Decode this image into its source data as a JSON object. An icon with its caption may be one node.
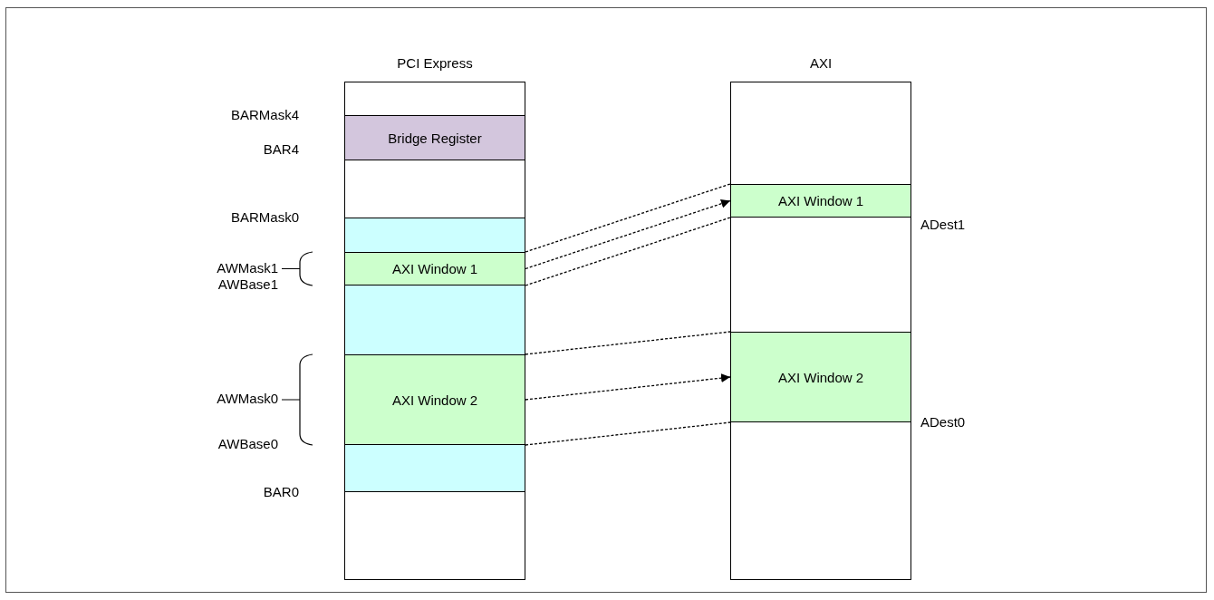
{
  "diagram": {
    "nodes": [
      {
        "text": [
          "PCI Express"
        ]
      },
      {
        "text": [
          "Bridge Register"
        ],
        "in": 0
      },
      {
        "text": [],
        "shape": "box",
        "in": 0
      },
      {
        "text": [
          "AXI Window 1"
        ],
        "in": 2
      },
      {
        "text": [
          "AXI Window 2"
        ],
        "in": 2
      },
      {
        "text": [
          "AXI"
        ]
      },
      {
        "text": [
          "AXI Window 1"
        ],
        "in": 5
      },
      {
        "text": [
          "AXI Window 2"
        ],
        "in": 5
      }
    ],
    "edges": [
      {
        "from": 3,
        "to": 6,
        "arrow": "none",
        "style": "dashed"
      },
      {
        "from": 3,
        "to": 6,
        "arrow": "to",
        "style": "dashed"
      },
      {
        "from": 3,
        "to": 6,
        "arrow": "none",
        "style": "dashed"
      },
      {
        "from": 4,
        "to": 7,
        "arrow": "none",
        "style": "dashed"
      },
      {
        "from": 4,
        "to": 7,
        "arrow": "to",
        "style": "dashed"
      },
      {
        "from": 4,
        "to": 7,
        "arrow": "none",
        "style": "dashed"
      }
    ],
    "labels": [
      "BARMask4",
      "BAR4",
      "BARMask0",
      "ADest1",
      "AWMask1",
      "AWBase1",
      "AWMask0",
      "ADest0",
      "AWBase0",
      "BAR0"
    ]
  }
}
